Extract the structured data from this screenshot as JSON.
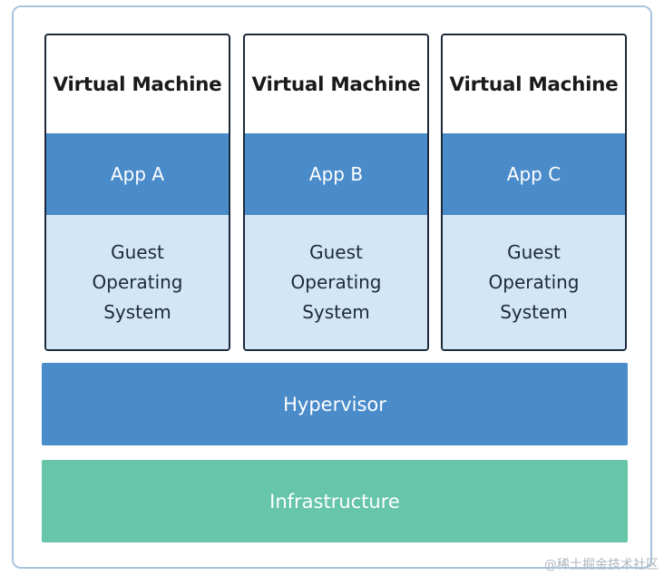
{
  "virtual_machines": [
    {
      "title": "Virtual Machine",
      "app": "App A",
      "os_lines": [
        "Guest",
        "Operating",
        "System"
      ]
    },
    {
      "title": "Virtual Machine",
      "app": "App B",
      "os_lines": [
        "Guest",
        "Operating",
        "System"
      ]
    },
    {
      "title": "Virtual Machine",
      "app": "App C",
      "os_lines": [
        "Guest",
        "Operating",
        "System"
      ]
    }
  ],
  "hypervisor": {
    "label": "Hypervisor"
  },
  "infrastructure": {
    "label": "Infrastructure"
  },
  "watermark": "@稀土掘金技术社区",
  "colors": {
    "app_blue": "#4a8bca",
    "os_light_blue": "#d3e6f6",
    "infrastructure_green": "#67c5a9",
    "border_dark": "#1c2a3c",
    "frame_border": "#a9c4df"
  }
}
